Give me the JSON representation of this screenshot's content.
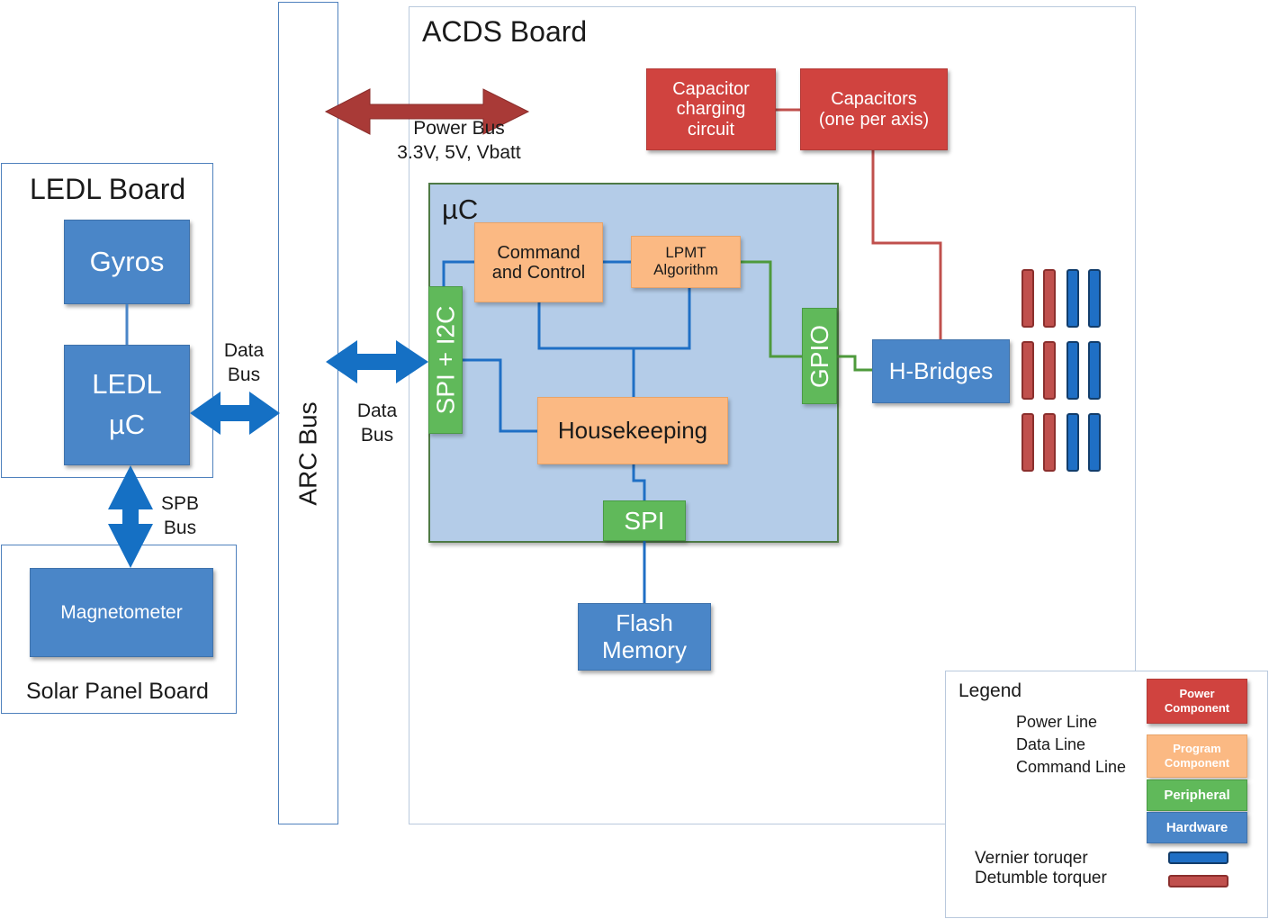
{
  "acds_board": {
    "title": "ACDS Board"
  },
  "ledl_board": {
    "title": "LEDL Board",
    "gyros": "Gyros",
    "ledl_uc_line1": "LEDL",
    "ledl_uc_line2": "µC"
  },
  "solar_board": {
    "title": "Solar Panel Board",
    "magnetometer": "Magnetometer"
  },
  "arc_bus": {
    "label": "ARC Bus"
  },
  "buses": {
    "data_bus_left_line1": "Data",
    "data_bus_left_line2": "Bus",
    "data_bus_right_line1": "Data",
    "data_bus_right_line2": "Bus",
    "spb_bus_line1": "SPB",
    "spb_bus_line2": "Bus",
    "power_bus_line1": "Power Bus",
    "power_bus_line2": "3.3V, 5V, Vbatt"
  },
  "microcontroller": {
    "label": "µC",
    "command_control_line1": "Command",
    "command_control_line2": "and Control",
    "lpmt_line1": "LPMT",
    "lpmt_line2": "Algorithm",
    "housekeeping": "Housekeeping",
    "spi_i2c": "SPI + I2C",
    "spi": "SPI",
    "gpio": "GPIO"
  },
  "power": {
    "charging_line1": "Capacitor",
    "charging_line2": "charging",
    "charging_line3": "circuit",
    "capacitors_line1": "Capacitors",
    "capacitors_line2": "(one per axis)"
  },
  "hbridges": "H-Bridges",
  "flash_line1": "Flash",
  "flash_line2": "Memory",
  "legend": {
    "title": "Legend",
    "power_line": "Power Line",
    "data_line": "Data Line",
    "command_line": "Command Line",
    "power_component_line1": "Power",
    "power_component_line2": "Component",
    "program_component_line1": "Program",
    "program_component_line2": "Component",
    "peripheral": "Peripheral",
    "hardware": "Hardware",
    "vernier": "Vernier toruqer",
    "detumble": "Detumble torquer"
  },
  "colors": {
    "power": "#c0504d",
    "data": "#1f6fc5",
    "command": "#4e9a3c",
    "hardware": "#4a86c8",
    "program": "#fbb983",
    "peripheral": "#60b95a",
    "uc_bg": "#b4cce8"
  }
}
